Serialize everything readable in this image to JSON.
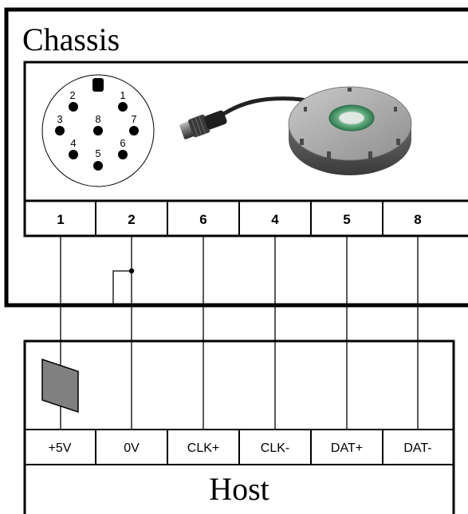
{
  "chassis": {
    "title": "Chassis",
    "connector_pins": [
      "1",
      "2",
      "3",
      "4",
      "5",
      "6",
      "7",
      "8"
    ],
    "terminals": [
      "1",
      "2",
      "6",
      "4",
      "5",
      "8"
    ]
  },
  "host": {
    "title": "Host",
    "terminals": [
      "+5V",
      "0V",
      "CLK+",
      "CLK-",
      "DAT+",
      "DAT-"
    ]
  },
  "colors": {
    "line": "#000000",
    "shield": "#808080",
    "encoder_body": "#9a9a9a",
    "encoder_hub": "#3f8f64",
    "cable": "#222222"
  }
}
